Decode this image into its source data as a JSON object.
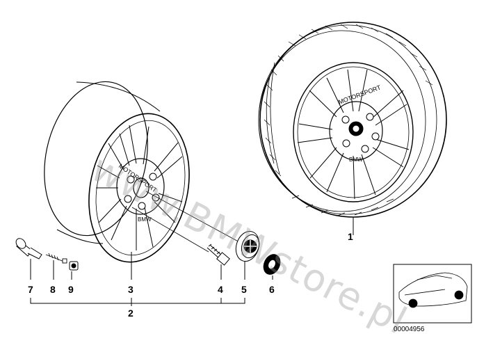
{
  "watermark": "www.BMWstore.pl",
  "document_number": "00004956",
  "callouts": [
    "1",
    "2",
    "3",
    "4",
    "5",
    "6",
    "7",
    "8",
    "9"
  ],
  "parts": {
    "tyre_wheel": "tyre-assembly",
    "rim": "light-alloy-rim",
    "bolt": "wheel-bolt",
    "hub_cap": "hub-cap",
    "emblem": "emblem",
    "valve": "tyre-valve",
    "valve_core": "valve-core",
    "valve_cap": "valve-cap"
  },
  "colors": {
    "line": "#000000",
    "watermark": "#969696"
  }
}
